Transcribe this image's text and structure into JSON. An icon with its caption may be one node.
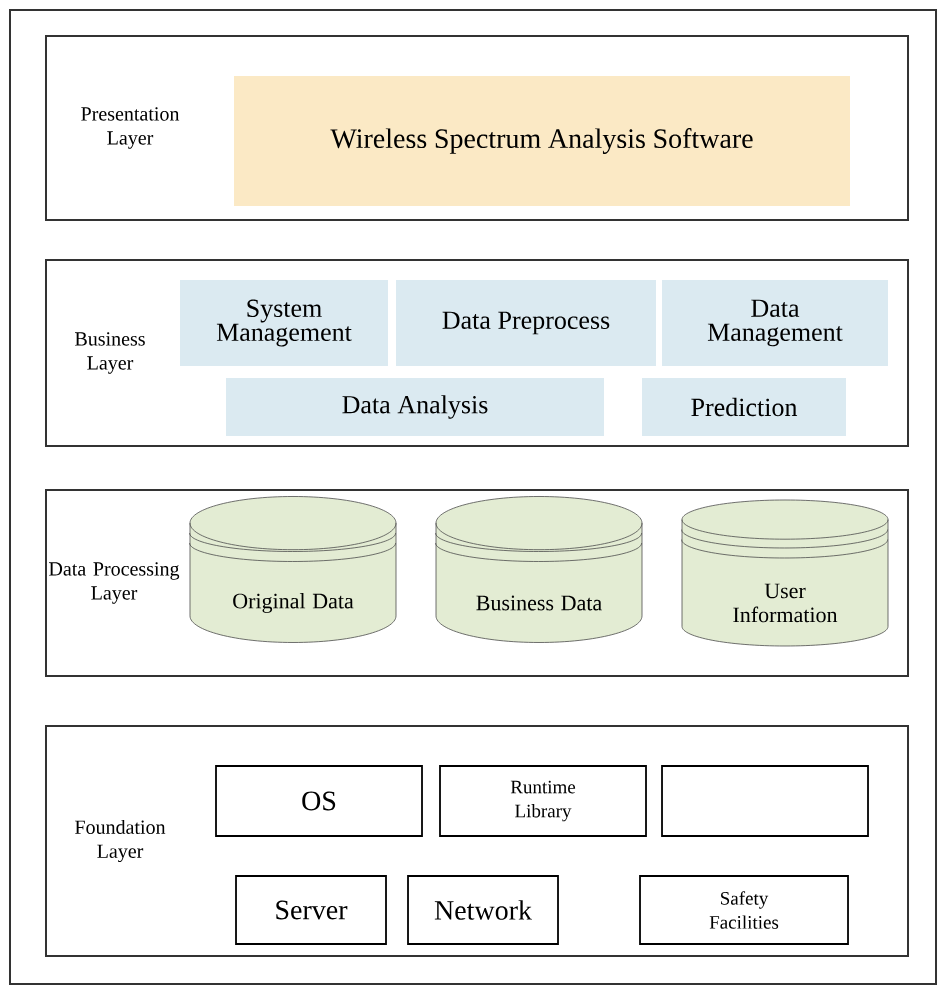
{
  "diagram": {
    "nodes": [
      {
        "text": [],
        "shape": "box"
      },
      {
        "text": [
          "Presentation Layer"
        ],
        "in": 0
      },
      {
        "text": [
          "Wireless Spectrum Analysis Software"
        ],
        "in": 1
      },
      {
        "text": [
          "Business Layer"
        ],
        "in": 0
      },
      {
        "text": [
          "System Management"
        ],
        "in": 3
      },
      {
        "text": [
          "Data Preprocess"
        ],
        "in": 3
      },
      {
        "text": [
          "Data Management"
        ],
        "in": 3
      },
      {
        "text": [
          "Data Analysis"
        ],
        "in": 3
      },
      {
        "text": [
          "Prediction"
        ],
        "in": 3
      },
      {
        "text": [
          "Data Processing Layer"
        ],
        "in": 0
      },
      {
        "text": [
          "Original Data"
        ],
        "in": 9
      },
      {
        "text": [
          "Business Data"
        ],
        "in": 9
      },
      {
        "text": [
          "User Information"
        ],
        "in": 9
      },
      {
        "text": [
          "Foundation Layer"
        ],
        "in": 0
      },
      {
        "text": [
          "OS"
        ],
        "in": 13
      },
      {
        "text": [
          "Runtime Library"
        ],
        "in": 13
      },
      {
        "text": [],
        "shape": "box",
        "in": 13
      },
      {
        "text": [
          "Server"
        ],
        "in": 13
      },
      {
        "text": [
          "Network"
        ],
        "in": 13
      },
      {
        "text": [
          "Safety Facilities"
        ],
        "in": 13
      }
    ]
  }
}
